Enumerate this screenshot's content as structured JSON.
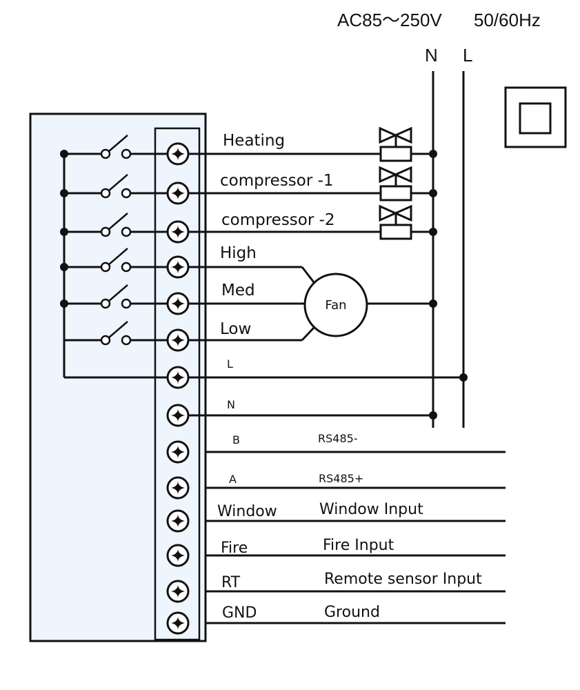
{
  "header": {
    "supply_label": "AC85～250V",
    "frequency_label": "50/60Hz",
    "neutral_bus_label": "N",
    "live_bus_label": "L"
  },
  "double_insulation_symbol": "double-square",
  "colors": {
    "controller_fill": "#eef5fd",
    "line": "#111111",
    "background": "#ffffff"
  },
  "relay_outputs": [
    {
      "terminal_label": "Heating",
      "load": "valve",
      "switched": true
    },
    {
      "terminal_label": "compressor -1",
      "load": "valve",
      "switched": true
    },
    {
      "terminal_label": "compressor -2",
      "load": "valve",
      "switched": true
    },
    {
      "terminal_label": "High",
      "load": "fan",
      "switched": true
    },
    {
      "terminal_label": "Med",
      "load": "fan",
      "switched": true
    },
    {
      "terminal_label": "Low",
      "load": "fan",
      "switched": true
    }
  ],
  "fan": {
    "label": "Fan"
  },
  "power_terminals": [
    {
      "terminal_label": "L",
      "connects_to": "L"
    },
    {
      "terminal_label": "N",
      "connects_to": "N"
    }
  ],
  "signal_terminals": [
    {
      "terminal_label": "B",
      "description": "RS485-"
    },
    {
      "terminal_label": "A",
      "description": "RS485+"
    },
    {
      "terminal_label": "Window",
      "description": "Window Input"
    },
    {
      "terminal_label": "Fire",
      "description": "Fire Input"
    },
    {
      "terminal_label": "RT",
      "description": "Remote sensor Input"
    },
    {
      "terminal_label": "GND",
      "description": "Ground"
    }
  ],
  "terminal_count": 14
}
